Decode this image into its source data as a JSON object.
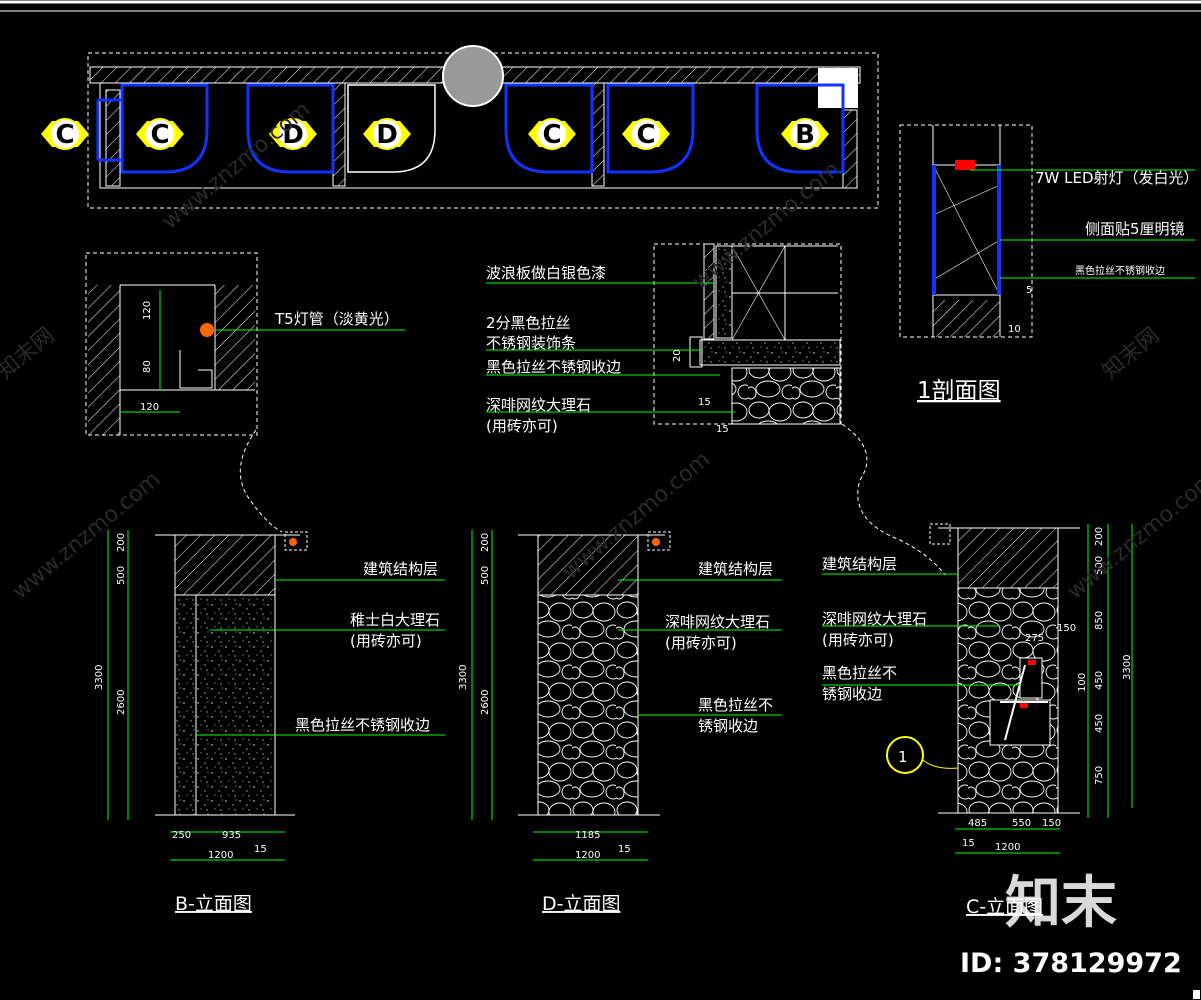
{
  "plan": {
    "markers": [
      {
        "letter": "C"
      },
      {
        "letter": "C"
      },
      {
        "letter": "D"
      },
      {
        "letter": "D"
      },
      {
        "letter": "C"
      },
      {
        "letter": "C"
      },
      {
        "letter": "B"
      }
    ]
  },
  "detail_t5": {
    "label": "T5灯管（淡黄光）",
    "dims": {
      "d1": "120",
      "d2": "80",
      "d3": "120"
    }
  },
  "detail_wave": {
    "notes": [
      "波浪板做白银色漆",
      "2分黑色拉丝",
      "不锈钢装饰条",
      "黑色拉丝不锈钢收边",
      "深啡网纹大理石",
      "(用砖亦可)"
    ],
    "dims": {
      "d1": "20",
      "d2": "15",
      "d3": "15"
    }
  },
  "section_1": {
    "title": "1剖面图",
    "notes": [
      "7W LED射灯（发白光）",
      "侧面贴5厘明镜",
      "黑色拉丝不锈钢收边"
    ],
    "dims": {
      "d1": "5",
      "d2": "10"
    }
  },
  "elev_b": {
    "title": "B-立面图",
    "notes": [
      "建筑结构层",
      "稚士白大理石",
      "(用砖亦可)",
      "黑色拉丝不锈钢收边"
    ],
    "dims": {
      "v1": "200",
      "v2": "500",
      "v3": "2600",
      "vt": "3300",
      "h1": "250",
      "h2": "935",
      "h3": "15",
      "ht": "1200"
    }
  },
  "elev_d": {
    "title": "D-立面图",
    "notes": [
      "建筑结构层",
      "深啡网纹大理石",
      "(用砖亦可)",
      "黑色拉丝不",
      "锈钢收边"
    ],
    "dims": {
      "v1": "200",
      "v2": "500",
      "v3": "2600",
      "vt": "3300",
      "h1": "1185",
      "h3": "15",
      "ht": "1200"
    }
  },
  "elev_c": {
    "title": "C-立面图",
    "notes": [
      "建筑结构层",
      "深啡网纹大理石",
      "(用砖亦可)",
      "黑色拉丝不",
      "锈钢收边"
    ],
    "marker": "1",
    "dims": {
      "v1": "200",
      "v2": "500",
      "v3": "850",
      "v4": "450",
      "v5": "450",
      "v6": "750",
      "vt": "3300",
      "s1": "100",
      "d275": "275",
      "d150": "150",
      "h1": "485",
      "h2": "550",
      "h3": "150",
      "h4": "15",
      "ht": "1200"
    }
  },
  "watermark": {
    "text": "www.znzmo.com",
    "site": "知末网",
    "logo": "知末",
    "id": "ID: 378129972"
  },
  "colors": {
    "background": "#000000",
    "line": "#ffffff",
    "accent_blue": "#0000ff",
    "marker_yellow": "#ffff00",
    "leader_green": "#00ff00",
    "light_red": "#ff0000"
  }
}
